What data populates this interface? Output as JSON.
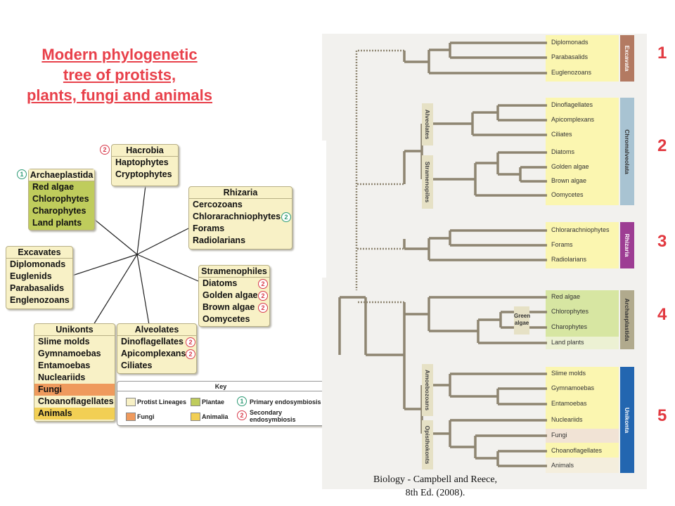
{
  "title": {
    "lines": [
      "Modern phylogenetic",
      "tree of protists,",
      "plants, fungi and animals"
    ]
  },
  "radial": {
    "hacrobia": {
      "label": "Hacrobia",
      "badge": "2",
      "items": [
        "Haptophytes",
        "Cryptophytes"
      ]
    },
    "archaeplastida": {
      "label": "Archaeplastida",
      "badge": "1",
      "items": [
        "Red algae",
        "Chlorophytes",
        "Charophytes",
        "Land plants"
      ]
    },
    "rhizaria": {
      "label": "Rhizaria",
      "items": [
        "Cercozoans",
        "Chlorarachniophytes",
        "Forams",
        "Radiolarians"
      ],
      "badge_item": "2"
    },
    "excavates": {
      "label": "Excavates",
      "items": [
        "Diplomonads",
        "Euglenids",
        "Parabasalids",
        "Englenozoans"
      ]
    },
    "stramenophiles": {
      "label": "Stramenophiles",
      "items": [
        "Diatoms",
        "Golden algae",
        "Brown algae",
        "Oomycetes"
      ],
      "badges": [
        "2",
        "2",
        "2"
      ]
    },
    "unikonts": {
      "label": "Unikonts",
      "items": [
        "Slime molds",
        "Gymnamoebas",
        "Entamoebas",
        "Nucleariids",
        "Fungi",
        "Choanoflagellates",
        "Animals"
      ]
    },
    "alveolates": {
      "label": "Alveolates",
      "items": [
        "Dinoflagellates",
        "Apicomplexans",
        "Ciliates"
      ],
      "badges": [
        "2",
        "2"
      ]
    }
  },
  "key": {
    "title": "Key",
    "protist": "Protist Lineages",
    "plantae": "Plantae",
    "fungi": "Fungi",
    "animalia": "Animalia",
    "primary": "Primary endosymbiosis",
    "primary_badge": "1",
    "secondary_1": "Secondary",
    "secondary_2": "endosymbiosis",
    "secondary_badge": "2",
    "colors": {
      "protist": "#f8f1c6",
      "plantae": "#bfcc5c",
      "fungi": "#ef9a5d",
      "animalia": "#f2cf54"
    }
  },
  "tree": {
    "taxa": [
      "Diplomonads",
      "Parabasalids",
      "Euglenozoans",
      "Dinoflagellates",
      "Apicomplexans",
      "Ciliates",
      "Diatoms",
      "Golden algae",
      "Brown algae",
      "Oomycetes",
      "Chlorarachniophytes",
      "Forams",
      "Radiolarians",
      "Red algae",
      "Chlorophytes",
      "Charophytes",
      "Land plants",
      "Slime molds",
      "Gymnamoebas",
      "Entamoebas",
      "Nucleariids",
      "Fungi",
      "Choanoflagellates",
      "Animals"
    ],
    "supergroups": {
      "excavata": {
        "label": "Excavata",
        "color": "#b37a62"
      },
      "chromalveolata": {
        "label": "Chromalveolata",
        "color": "#a8c3d2"
      },
      "rhizaria": {
        "label": "Rhizaria",
        "color": "#9d3d93"
      },
      "archaeplastida": {
        "label": "Archaeplastida",
        "color": "#b1aa8d"
      },
      "unikonta": {
        "label": "Unikonta",
        "color": "#2366b0"
      }
    },
    "subgroups": {
      "alveolates": "Alveolates",
      "stramenopiles": "Stramenopiles",
      "green_algae_1": "Green",
      "green_algae_2": "algae",
      "amoebozoans": "Amoebozoans",
      "opisthokonts": "Opisthokonts"
    }
  },
  "numbers": [
    "1",
    "2",
    "3",
    "4",
    "5"
  ],
  "citation": {
    "line1": "Biology - Campbell and Reece,",
    "line2": "8th Ed. (2008)."
  }
}
